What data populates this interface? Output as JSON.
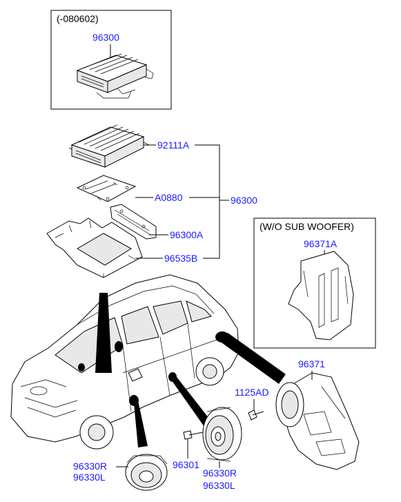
{
  "colors": {
    "label": "#1a1aff",
    "header": "#000000",
    "line": "#000000"
  },
  "top_box": {
    "header": "(-080602)",
    "part": "96300"
  },
  "amp_group": {
    "parts": [
      "92111A",
      "A0880",
      "96300A",
      "96535B"
    ],
    "group_label": "96300"
  },
  "woofer_box": {
    "header": "(W/O SUB WOOFER)",
    "part": "96371A"
  },
  "speakers": {
    "sub_woofer": "96371",
    "bolt": "1125AD",
    "tweeter_screw": "96301",
    "front_speaker_r": "96330R",
    "front_speaker_l": "96330L",
    "door_speaker_r": "96330R",
    "door_speaker_l": "96330L"
  }
}
